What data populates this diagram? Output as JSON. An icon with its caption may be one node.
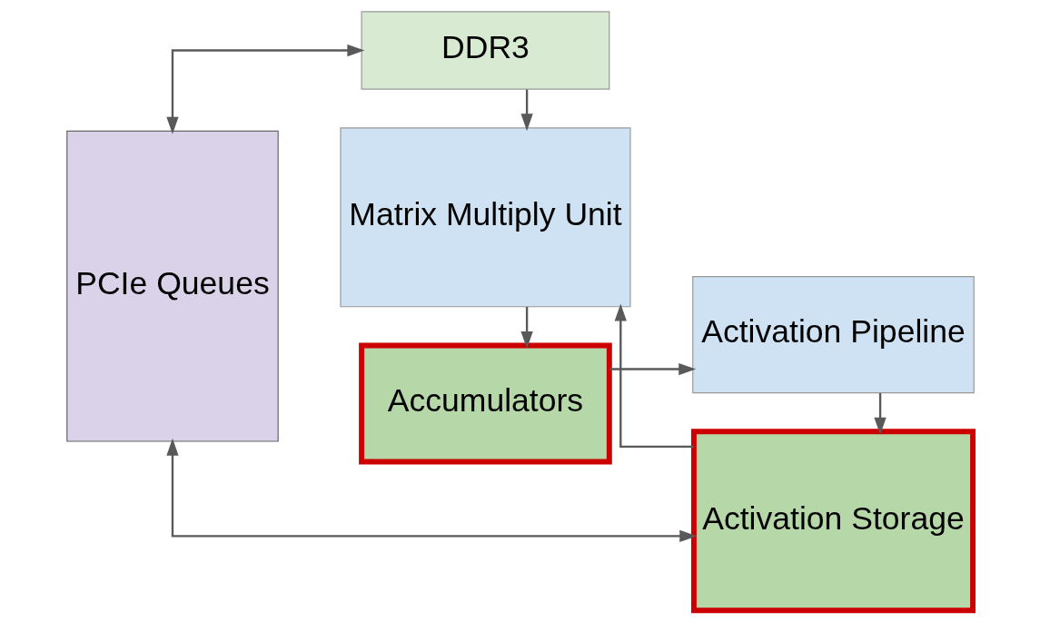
{
  "diagram": {
    "nodes": [
      {
        "text": [
          "PCIe Queues"
        ]
      },
      {
        "text": [
          "DDR3"
        ]
      },
      {
        "text": [
          "Activation Storage"
        ]
      },
      {
        "text": [
          "Matrix Multiply Unit"
        ]
      },
      {
        "text": [
          "Activation Pipeline"
        ]
      },
      {
        "text": [
          "Accumulators"
        ]
      }
    ],
    "edges": [
      {
        "from": 0,
        "to": 1,
        "arrow": "both"
      },
      {
        "from": 1,
        "to": 3,
        "arrow": "to"
      },
      {
        "from": 0,
        "to": 2,
        "arrow": "both"
      },
      {
        "from": 2,
        "to": 3,
        "arrow": "to"
      },
      {
        "from": 3,
        "to": 5,
        "arrow": "to"
      },
      {
        "from": 5,
        "to": 4,
        "arrow": "to"
      },
      {
        "from": 4,
        "to": 2,
        "arrow": "to"
      }
    ]
  }
}
